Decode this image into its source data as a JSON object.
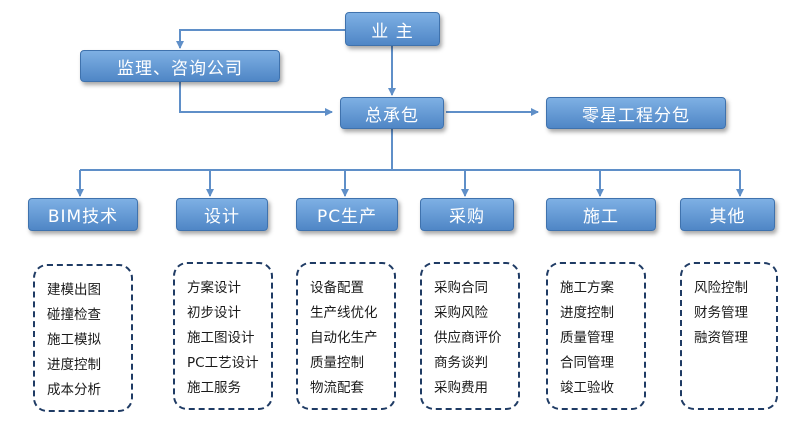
{
  "nodes": {
    "owner": "业 主",
    "supervisor": "监理、咨询公司",
    "general": "总承包",
    "sub": "零星工程分包"
  },
  "categories": [
    {
      "name": "BIM技术",
      "items": [
        "建模出图",
        "碰撞检查",
        "施工模拟",
        "进度控制",
        "成本分析"
      ]
    },
    {
      "name": "设计",
      "items": [
        "方案设计",
        "初步设计",
        "施工图设计",
        "PC工艺设计",
        "施工服务"
      ]
    },
    {
      "name": "PC生产",
      "items": [
        "设备配置",
        "生产线优化",
        "自动化生产",
        "质量控制",
        "物流配套"
      ]
    },
    {
      "name": "采购",
      "items": [
        "采购合同",
        "采购风险",
        "供应商评价",
        "商务谈判",
        "采购费用"
      ]
    },
    {
      "name": "施工",
      "items": [
        "施工方案",
        "进度控制",
        "质量管理",
        "合同管理",
        "竣工验收"
      ]
    },
    {
      "name": "其他",
      "items": [
        "风险控制",
        "财务管理",
        "融资管理"
      ]
    }
  ],
  "colors": {
    "box_top": "#7eb0e4",
    "box_bottom": "#4f86c6",
    "arrow": "#5f8fc8",
    "list_border": "#1f3b64"
  }
}
